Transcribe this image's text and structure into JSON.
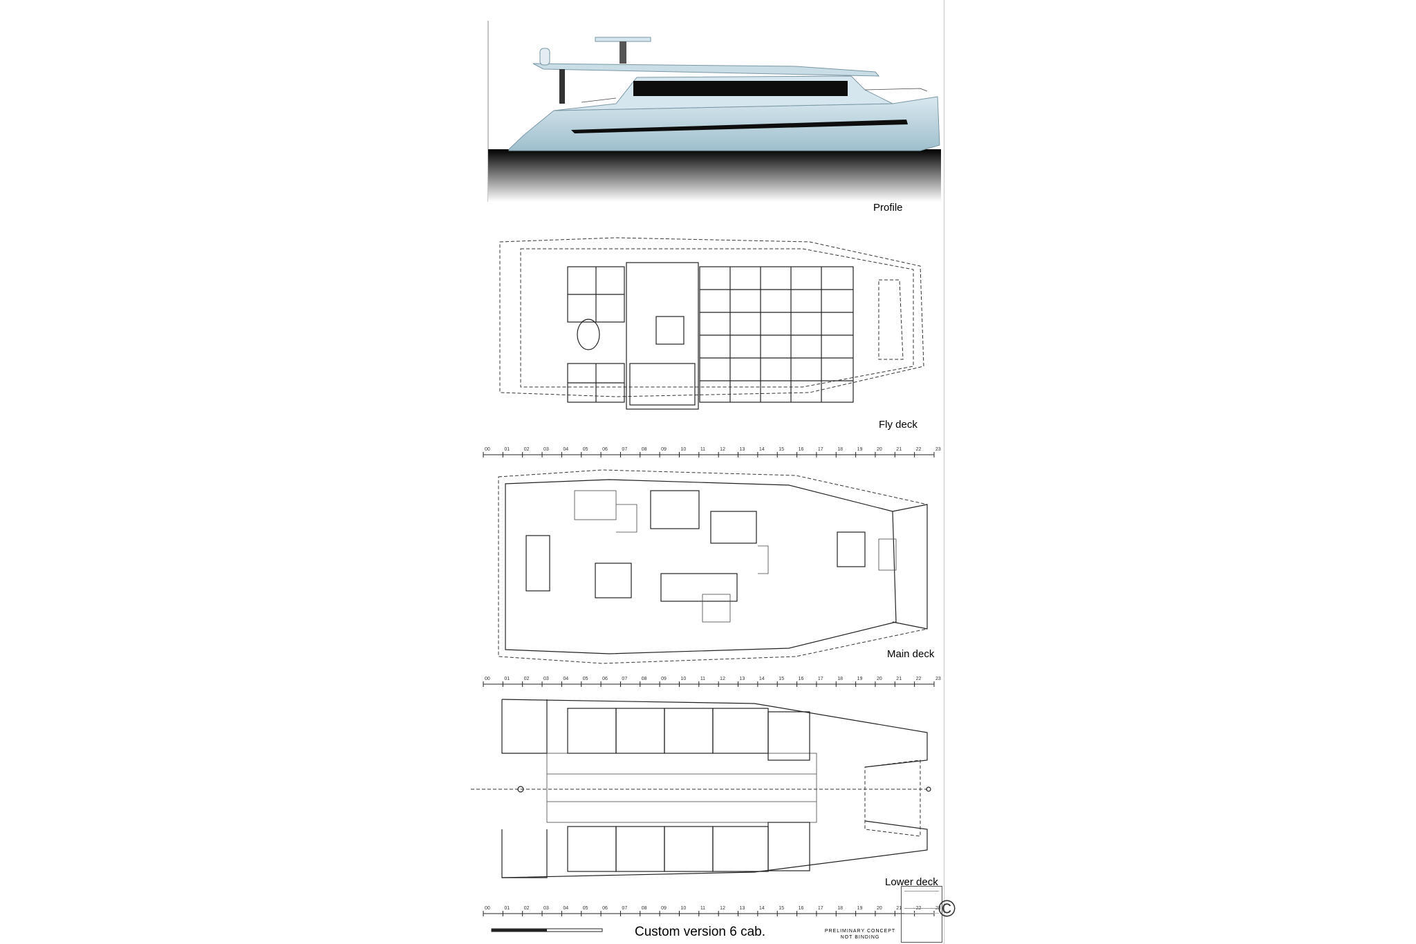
{
  "labels": {
    "profile": "Profile",
    "fly_deck": "Fly deck",
    "main_deck": "Main deck",
    "lower_deck": "Lower deck"
  },
  "footer": {
    "title": "Custom version 6 cab.",
    "stamp_line1": "PRELIMINARY CONCEPT",
    "stamp_line2": "NOT BINDING",
    "copyright": "©"
  },
  "scale_ticks": [
    "00",
    "01",
    "02",
    "03",
    "04",
    "05",
    "06",
    "07",
    "08",
    "09",
    "10",
    "11",
    "12",
    "13",
    "14",
    "15",
    "16",
    "17",
    "18",
    "19",
    "20",
    "21",
    "22",
    "23"
  ],
  "colors": {
    "hull": "#a9c8d6",
    "hull_light": "#d6e6ee",
    "glass": "#0d0d0d",
    "water_top": "#000000",
    "water_bottom": "#ffffff"
  }
}
